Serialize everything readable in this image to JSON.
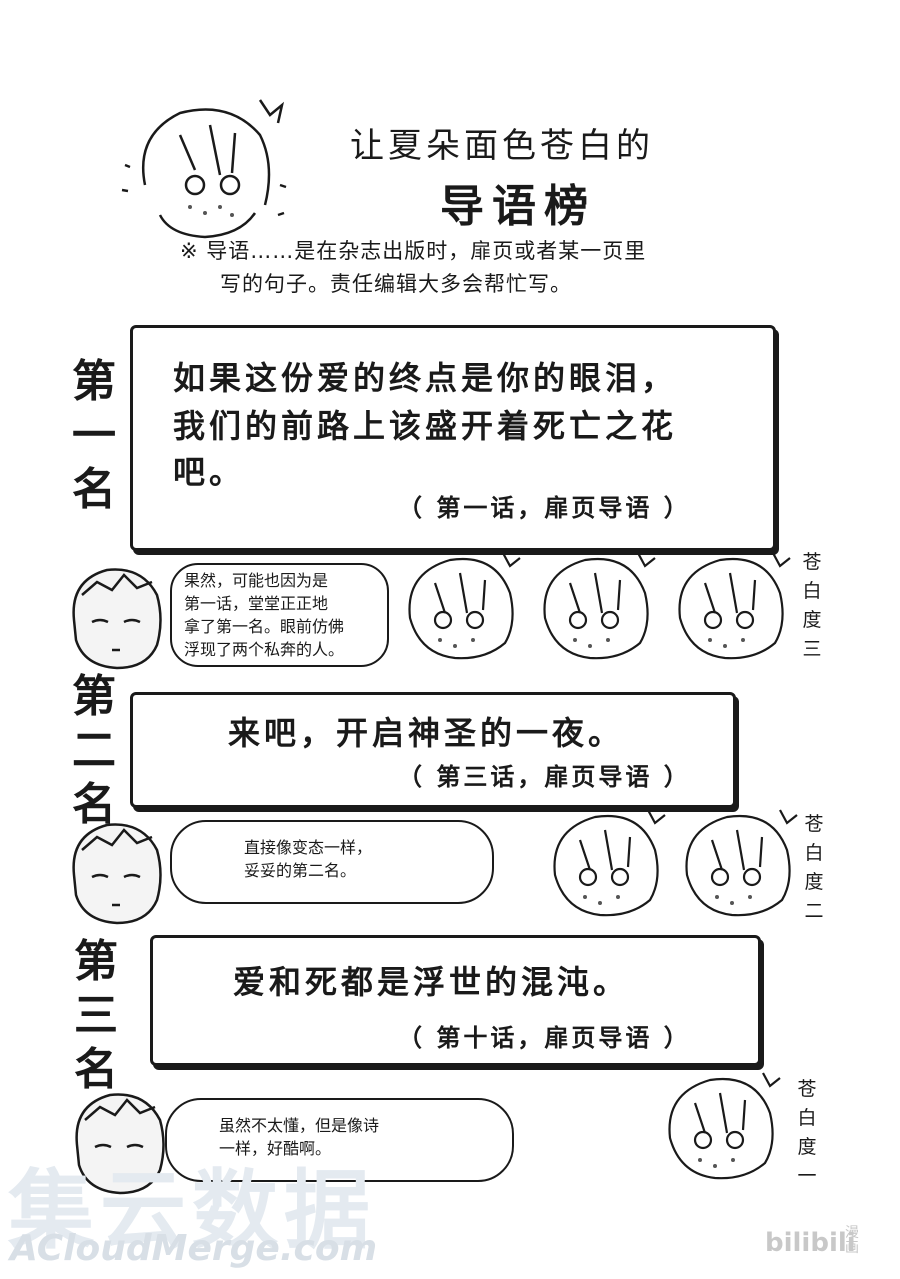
{
  "header": {
    "title_line1": "让夏朵面色苍白的",
    "title_line2": "导语榜",
    "note_line1": "※ 导语……是在杂志出版时，扉页或者某一页里",
    "note_line2": "写的句子。责任编辑大多会帮忙写。"
  },
  "rank1": {
    "label": "第一名",
    "quote_line1": "如果这份爱的终点是你的眼泪，",
    "quote_line2": "我们的前路上该盛开着死亡之花",
    "quote_line3": "吧。",
    "source": "（ 第一话，扉页导语 ）",
    "comment_line1": "果然，可能也因为是",
    "comment_line2": "第一话，堂堂正正地",
    "comment_line3": "拿了第一名。眼前仿佛",
    "comment_line4": "浮现了两个私奔的人。",
    "pale_label": "苍白度三"
  },
  "rank2": {
    "label": "第二名",
    "quote": "来吧，开启神圣的一夜。",
    "source": "（ 第三话，扉页导语 ）",
    "comment_line1": "直接像变态一样，",
    "comment_line2": "妥妥的第二名。",
    "pale_label": "苍白度二"
  },
  "rank3": {
    "label": "第三名",
    "quote": "爱和死都是浮世的混沌。",
    "source": "（ 第十话，扉页导语 ）",
    "comment_line1": "虽然不太懂，但是像诗",
    "comment_line2": "一样，好酷啊。",
    "pale_label": "苍白度一"
  },
  "watermark": {
    "cn": "集云数据",
    "en": "ACloudMerge.com"
  },
  "logo": {
    "brand": "bilibili",
    "sub": "漫画"
  }
}
